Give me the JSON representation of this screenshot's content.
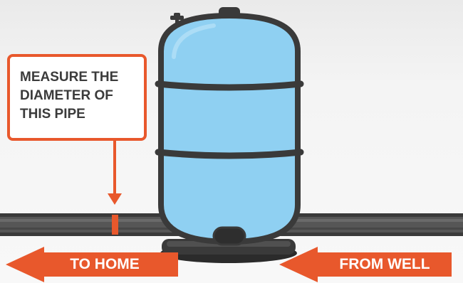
{
  "callout": {
    "line1": "MEASURE THE",
    "line2": "DIAMETER OF",
    "line3": "THIS PIPE"
  },
  "arrows": {
    "left_label": "TO HOME",
    "right_label": "FROM WELL"
  },
  "colors": {
    "accent": "#e8582c",
    "tank": "#8fd0f2",
    "outline": "#3a3a3a",
    "pipe": "#4a4a4a"
  }
}
